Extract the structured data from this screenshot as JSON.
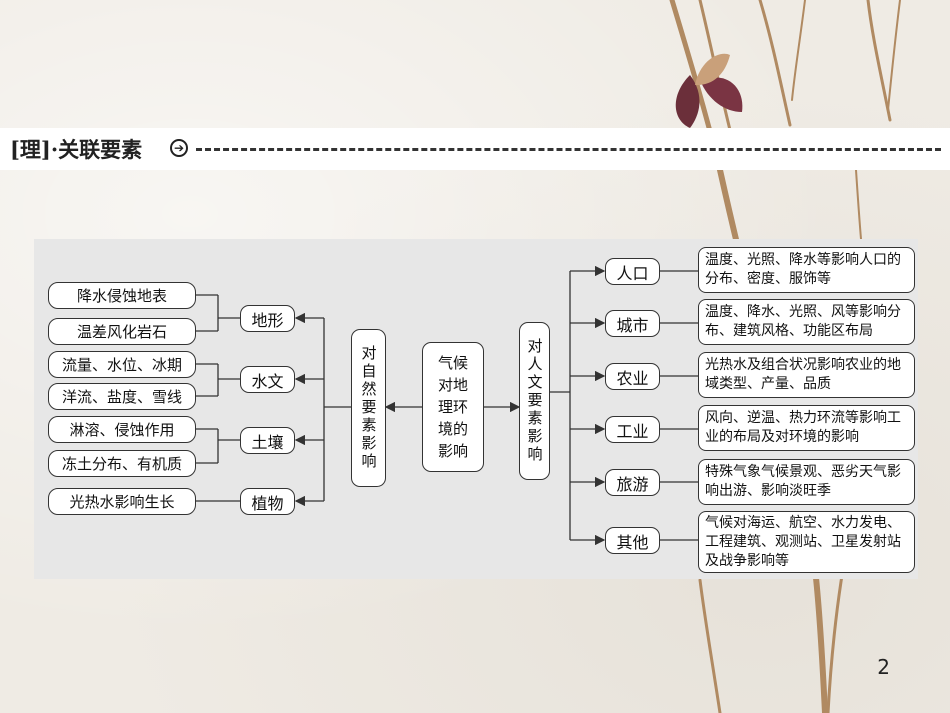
{
  "header": {
    "title": "[理]·关联要素",
    "arrow_icon": "➔"
  },
  "diagram": {
    "center": "气候\n对地\n理环\n境的\n影响",
    "left_branch": "对自然要素影响",
    "right_branch": "对人文要素影响",
    "natural": [
      {
        "element": "地形",
        "factors": [
          "降水侵蚀地表",
          "温差风化岩石"
        ]
      },
      {
        "element": "水文",
        "factors": [
          "流量、水位、冰期",
          "洋流、盐度、雪线"
        ]
      },
      {
        "element": "土壤",
        "factors": [
          "淋溶、侵蚀作用",
          "冻土分布、有机质"
        ]
      },
      {
        "element": "植物",
        "factors": [
          "光热水影响生长"
        ]
      }
    ],
    "human": [
      {
        "element": "人口",
        "effect": "温度、光照、降水等影响人口的分布、密度、服饰等"
      },
      {
        "element": "城市",
        "effect": "温度、降水、光照、风等影响分布、建筑风格、功能区布局"
      },
      {
        "element": "农业",
        "effect": "光热水及组合状况影响农业的地域类型、产量、品质"
      },
      {
        "element": "工业",
        "effect": "风向、逆温、热力环流等影响工业的布局及对环境的影响"
      },
      {
        "element": "旅游",
        "effect": "特殊气象气候景观、恶劣天气影响出游、影响淡旺季"
      },
      {
        "element": "其他",
        "effect": "气候对海运、航空、水力发电、工程建筑、观测站、卫星发射站及战争影响等"
      }
    ]
  },
  "page_number": "2"
}
